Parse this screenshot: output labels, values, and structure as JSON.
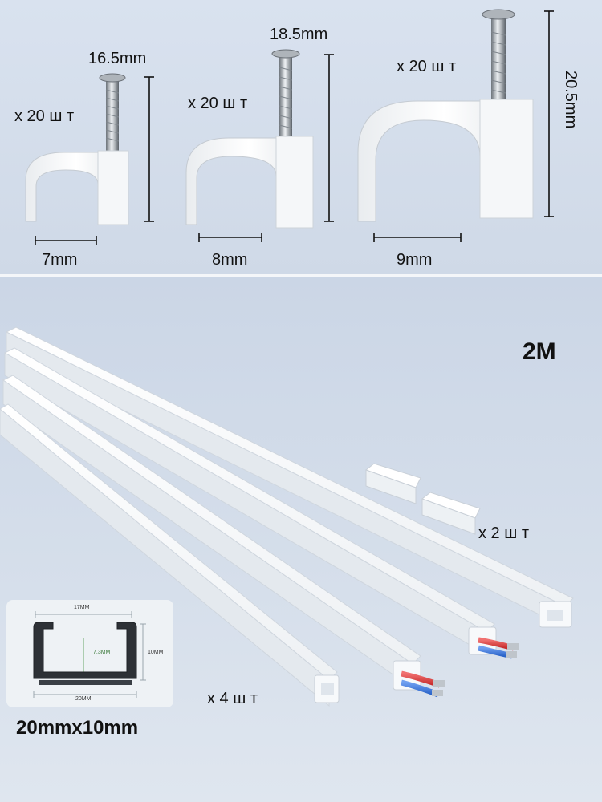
{
  "clips": [
    {
      "count": "x 20 ш т",
      "height": "16.5mm",
      "width": "7mm"
    },
    {
      "count": "x 20 ш т",
      "height": "18.5mm",
      "width": "8mm"
    },
    {
      "count": "x 20 ш т",
      "height": "20.5mm",
      "width": "9mm"
    }
  ],
  "channel": {
    "length": "2M",
    "end_caps_count": "x 2 ш т",
    "channel_count": "x 4 ш т",
    "size_label": "20mmx10mm",
    "profile": {
      "top_width": "17MM",
      "inner_height": "7.3MM",
      "outer_height": "10MM",
      "bottom_width": "20MM"
    }
  }
}
